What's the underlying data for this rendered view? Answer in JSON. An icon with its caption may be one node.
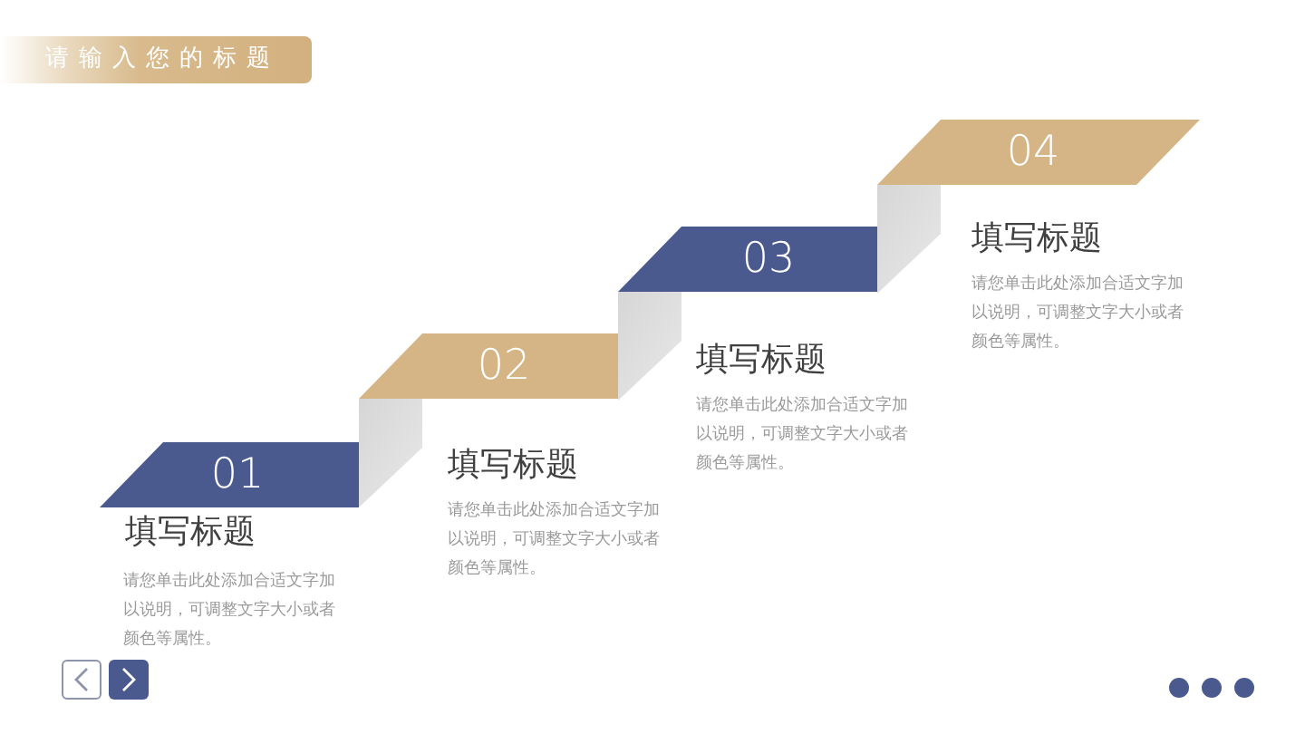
{
  "diagram": {
    "title": "请输入您的标题",
    "nodes": [
      {
        "text": [
          "01"
        ],
        "beside": [
          "填写标题",
          "请您单击此处添加合适文字加以说明，可调整文字大小或者颜色等属性。"
        ]
      },
      {
        "text": [
          "02"
        ],
        "beside": [
          "填写标题",
          "请您单击此处添加合适文字加以说明，可调整文字大小或者颜色等属性。"
        ]
      },
      {
        "text": [
          "03"
        ],
        "beside": [
          "填写标题",
          "请您单击此处添加合适文字加以说明，可调整文字大小或者颜色等属性。"
        ]
      },
      {
        "text": [
          "04"
        ],
        "beside": [
          "填写标题",
          "请您单击此处添加合适文字加以说明，可调整文字大小或者颜色等属性。"
        ]
      }
    ]
  }
}
